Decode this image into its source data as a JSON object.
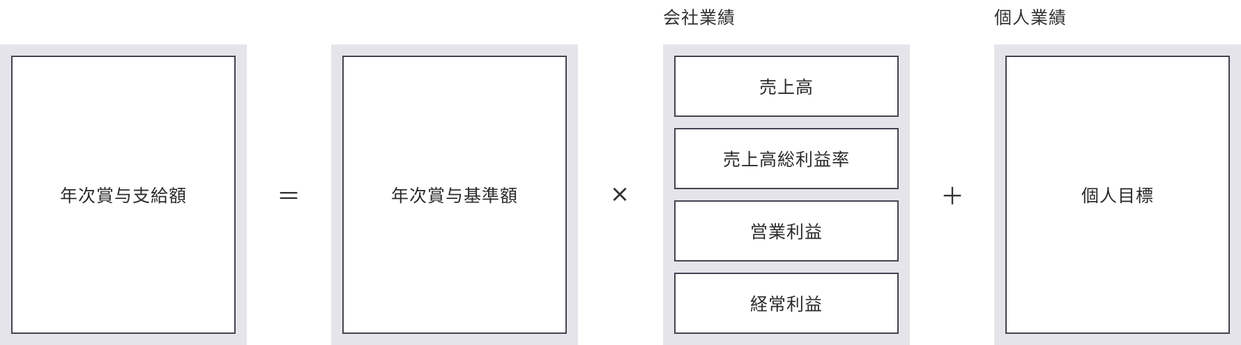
{
  "diagram": {
    "formula": [
      {
        "type": "term",
        "label": "年次賞与支給額"
      },
      {
        "type": "operator",
        "symbol": "＝",
        "name": "equals"
      },
      {
        "type": "term",
        "label": "年次賞与基準額"
      },
      {
        "type": "operator",
        "symbol": "×",
        "name": "times"
      },
      {
        "type": "group",
        "heading": "会社業績",
        "items": [
          "売上高",
          "売上高総利益率",
          "営業利益",
          "経常利益"
        ]
      },
      {
        "type": "operator",
        "symbol": "＋",
        "name": "plus"
      },
      {
        "type": "group",
        "heading": "個人業績",
        "items": [
          "個人目標"
        ]
      }
    ],
    "terms": {
      "payment": "年次賞与支給額",
      "base": "年次賞与基準額",
      "individual_goal": "個人目標"
    },
    "operators": {
      "equals": "＝",
      "times": "×",
      "plus": "＋"
    },
    "company_performance": {
      "heading": "会社業績",
      "items": [
        "売上高",
        "売上高総利益率",
        "営業利益",
        "経常利益"
      ]
    },
    "individual_performance": {
      "heading": "個人業績"
    },
    "colors": {
      "panel_bg": "#e4e4ea",
      "box_border": "#44434f",
      "text": "#333333"
    }
  }
}
